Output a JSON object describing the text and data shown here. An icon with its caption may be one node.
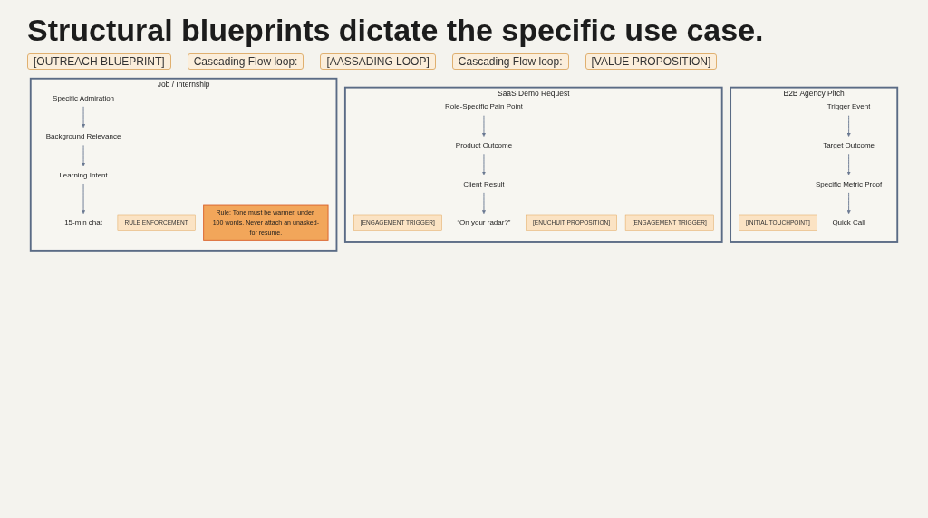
{
  "diagram": {
    "title": "Structural blueprints dictate the specific use case.",
    "nodes": [
      {
        "text": [
          "B2B Agency Pitch"
        ]
      },
      {
        "text": [
          "[INITIAL TOUCHPOINT]"
        ],
        "in": 0
      },
      {
        "text": [
          "Trigger Event"
        ],
        "in": 0
      },
      {
        "text": [
          "Target Outcome"
        ],
        "in": 0
      },
      {
        "text": [
          "Specific Metric Proof"
        ],
        "in": 0
      },
      {
        "text": [
          "Quick Call"
        ],
        "in": 0
      },
      {
        "text": [
          "SaaS Demo Request"
        ]
      },
      {
        "text": [
          "[ENGAGEMENT TRIGGER]"
        ],
        "in": 6
      },
      {
        "text": [
          "Role-Specific Pain Point"
        ],
        "in": 6
      },
      {
        "text": [
          "[ENUCHUIT PROPOSITION]"
        ],
        "in": 6
      },
      {
        "text": [
          "Product Outcome"
        ],
        "in": 6
      },
      {
        "text": [
          "Client Result"
        ],
        "in": 6
      },
      {
        "text": [
          "[ENGAGEMENT TRIGGER]"
        ],
        "in": 6
      },
      {
        "text": [
          "“On your radar?”"
        ],
        "in": 6
      },
      {
        "text": [
          "Job / Internship"
        ]
      },
      {
        "text": [
          "Specific Admiration"
        ],
        "in": 14
      },
      {
        "text": [
          "Background Relevance"
        ],
        "in": 14
      },
      {
        "text": [
          "Learning Intent"
        ],
        "in": 14
      },
      {
        "text": [
          "15-min chat"
        ],
        "in": 14
      },
      {
        "text": [
          "RULE ENFORCEMENT"
        ],
        "in": 14
      },
      {
        "text": [
          "Rule: Tone must be warmer, under 100 words. Never attach an unasked-for resume."
        ],
        "in": 14
      }
    ],
    "edges": [
      {
        "from": 2,
        "to": 3,
        "arrow": "to"
      },
      {
        "from": 3,
        "to": 4,
        "arrow": "to"
      },
      {
        "from": 4,
        "to": 5,
        "arrow": "to"
      },
      {
        "from": 8,
        "to": 10,
        "arrow": "to"
      },
      {
        "from": 10,
        "to": 11,
        "arrow": "to"
      },
      {
        "from": 11,
        "to": 13,
        "arrow": "to"
      },
      {
        "from": 15,
        "to": 16,
        "arrow": "to"
      },
      {
        "from": 16,
        "to": 17,
        "arrow": "to"
      },
      {
        "from": 17,
        "to": 18,
        "arrow": "to"
      }
    ],
    "labels": [
      "[OUTREACH BLUEPRINT]",
      "Cascading Flow loop:",
      "[AASSADING LOOP]",
      "Cascading Flow loop:",
      "[VALUE PROPOSITION]"
    ]
  }
}
